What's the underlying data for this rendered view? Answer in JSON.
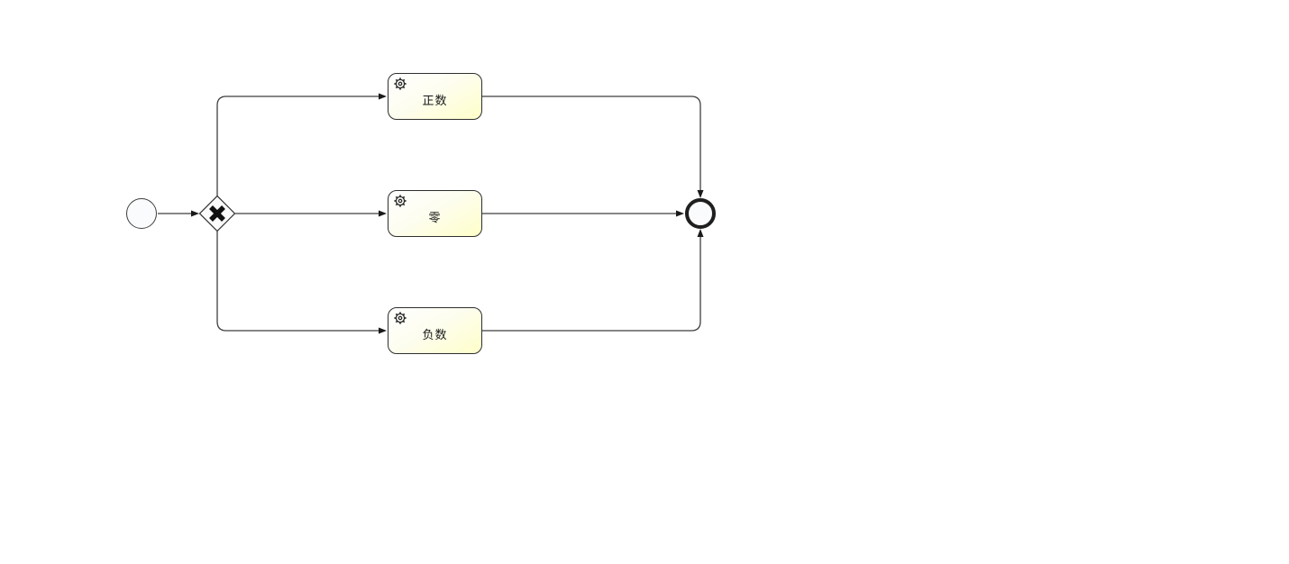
{
  "diagram": {
    "type": "bpmn-process",
    "background_color": "#ffffff",
    "line_color": "#3f3f3f",
    "start_event": {
      "kind": "start-event",
      "fill": "#fafbfd"
    },
    "gateway": {
      "kind": "exclusive-gateway",
      "icon": "x-cross-icon",
      "fill": "#fcfcfd"
    },
    "end_event": {
      "kind": "end-event",
      "fill": "#fafbfd",
      "border_color": "#1f1f1f"
    },
    "tasks": [
      {
        "label": "正数",
        "type": "service-task",
        "icon": "gear-icon"
      },
      {
        "label": "零",
        "type": "service-task",
        "icon": "gear-icon"
      },
      {
        "label": "负数",
        "type": "service-task",
        "icon": "gear-icon"
      }
    ],
    "task_style": {
      "fill_top": "#ffffff",
      "fill_bottom": "#ffffc9",
      "border_color": "#2f2f2f",
      "text_color": "#1a1a1a"
    },
    "flows": [
      {
        "from": "start-event",
        "to": "exclusive-gateway"
      },
      {
        "from": "exclusive-gateway",
        "to": "正数"
      },
      {
        "from": "exclusive-gateway",
        "to": "零"
      },
      {
        "from": "exclusive-gateway",
        "to": "负数"
      },
      {
        "from": "正数",
        "to": "end-event"
      },
      {
        "from": "零",
        "to": "end-event"
      },
      {
        "from": "负数",
        "to": "end-event"
      }
    ]
  }
}
